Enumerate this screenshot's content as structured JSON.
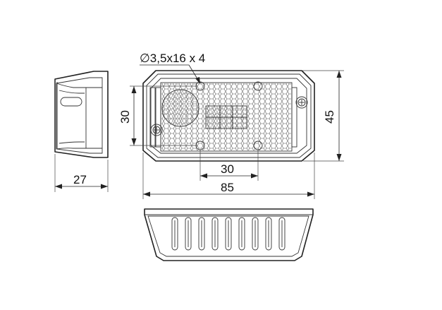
{
  "labels": {
    "screw_spec": "∅3,5x16 x 4",
    "side_depth": "27",
    "hole_vertical": "30",
    "hole_horizontal": "30",
    "overall_width": "85",
    "overall_height": "45"
  },
  "colors": {
    "line": "#222222",
    "background": "#ffffff"
  }
}
